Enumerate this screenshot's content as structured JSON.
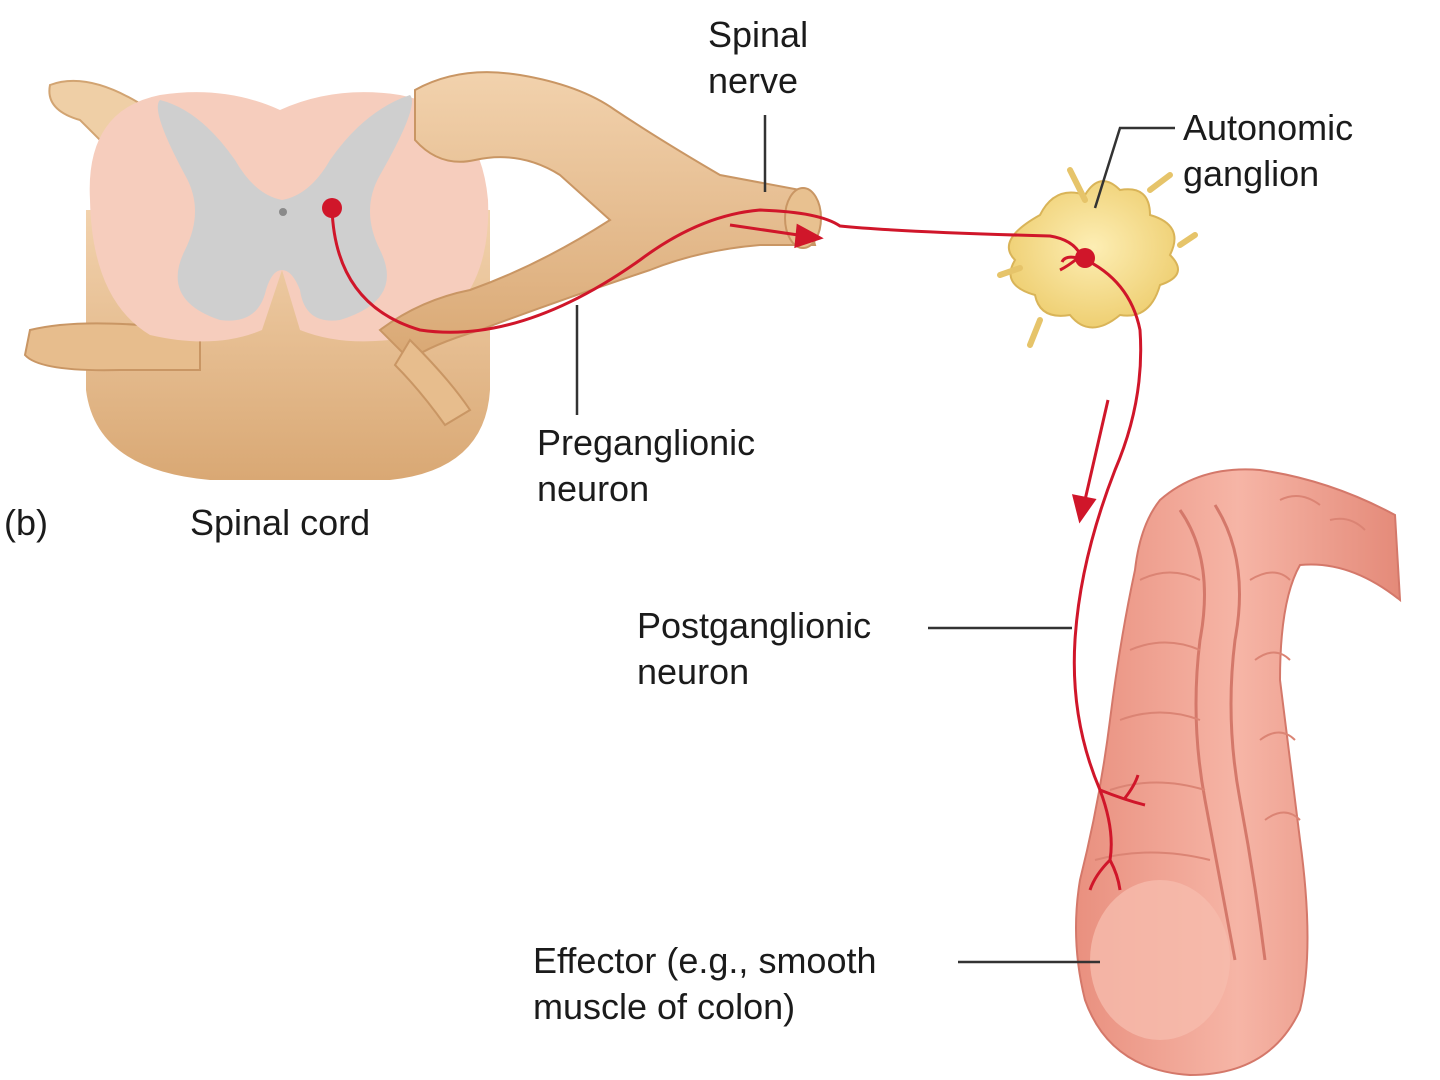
{
  "figure": {
    "panel_label": "(b)",
    "labels": {
      "spinal_cord": "Spinal cord",
      "spinal_nerve": [
        "Spinal",
        "nerve"
      ],
      "autonomic_ganglion": [
        "Autonomic",
        "ganglion"
      ],
      "preganglionic_neuron": [
        "Preganglionic",
        "neuron"
      ],
      "postganglionic_neuron": [
        "Postganglionic",
        "neuron"
      ],
      "effector": [
        "Effector (e.g., smooth",
        "muscle of colon)"
      ]
    },
    "colors": {
      "nerve_tissue": "#e9c193",
      "cord_white_matter": "#f6cdbd",
      "cord_gray_matter": "#cfcfcf",
      "ganglion": "#f6df8a",
      "neuron_pathway": "#d0162a",
      "colon": "#f0a796",
      "leader_line": "#333333"
    }
  }
}
